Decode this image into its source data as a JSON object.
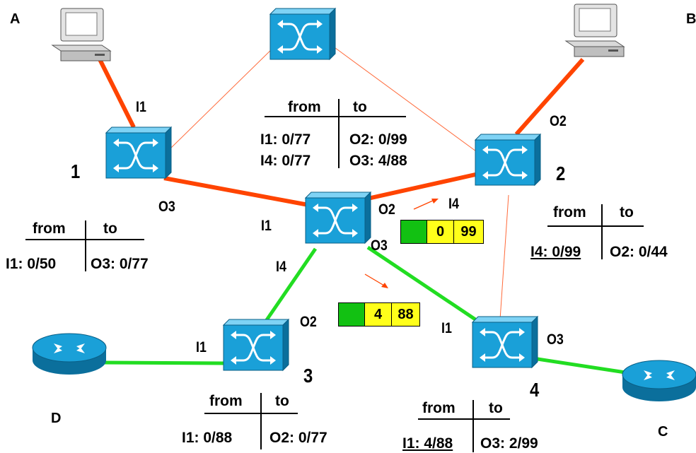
{
  "nodes": {
    "A": "A",
    "B": "B",
    "C": "C",
    "D": "D"
  },
  "switch_numbers": {
    "s1": "1",
    "s2": "2",
    "s3": "3",
    "s4": "4"
  },
  "ports": {
    "s1_in": "I1",
    "s1_out": "O3",
    "center_in": "I1",
    "center_out2": "O2",
    "center_out3": "O3",
    "center_in4": "I4",
    "s2_out": "O2",
    "s2_in_arrow": "I4",
    "s3_in": "I1",
    "s3_out": "O2",
    "s4_in": "I1",
    "s4_out": "O3"
  },
  "tables": {
    "center": {
      "from_header": "from",
      "to_header": "to",
      "from": [
        "I1: 0/77",
        "I4: 0/77"
      ],
      "to": [
        "O2: 0/99",
        "O3: 4/88"
      ]
    },
    "s1": {
      "from_header": "from",
      "to_header": "to",
      "from": [
        "I1: 0/50"
      ],
      "to": [
        "O3: 0/77"
      ]
    },
    "s2": {
      "from_header": "from",
      "to_header": "to",
      "from": [
        "I4: 0/99"
      ],
      "to": [
        "O2: 0/44"
      ]
    },
    "s3": {
      "from_header": "from",
      "to_header": "to",
      "from": [
        "I1: 0/88"
      ],
      "to": [
        "O2: 0/77"
      ]
    },
    "s4": {
      "from_header": "from",
      "to_header": "to",
      "from": [
        "I1: 4/88"
      ],
      "to": [
        "O3: 2/99"
      ]
    }
  },
  "label_stacks": {
    "upper": {
      "top": "0",
      "bottom": "99"
    },
    "lower": {
      "top": "4",
      "bottom": "88"
    }
  },
  "colors": {
    "active_path": "#ff4400",
    "green_path": "#22dd22",
    "thin_link": "#ff6a3a",
    "switch": "#1aa0d8",
    "label_green": "#12c112",
    "label_yellow": "#ffff1a"
  }
}
